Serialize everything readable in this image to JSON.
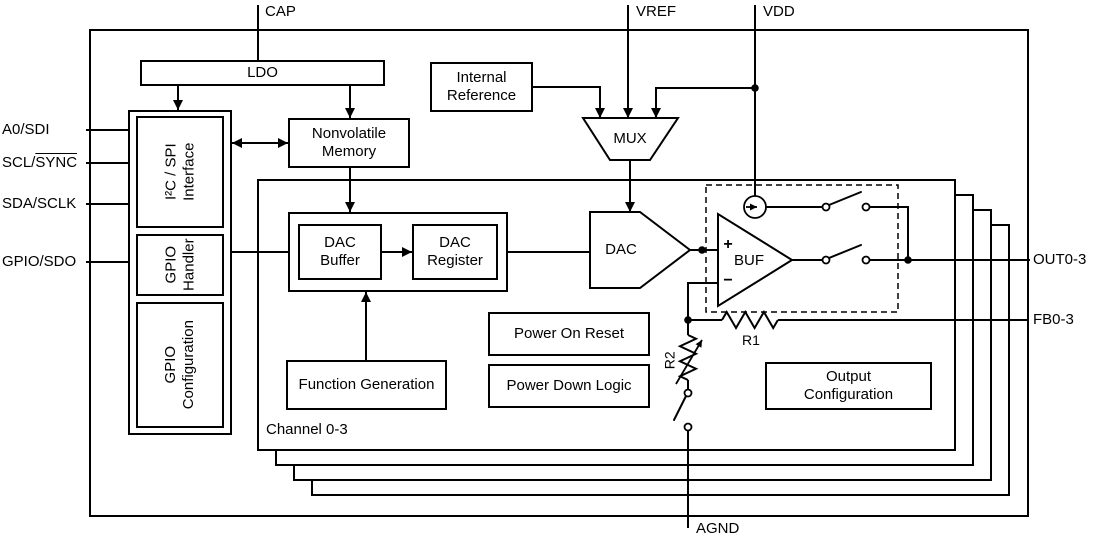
{
  "pins": {
    "cap": "CAP",
    "vref": "VREF",
    "vdd": "VDD",
    "agnd": "AGND",
    "a0_sdi": "A0/SDI",
    "scl_prefix": "SCL/",
    "sync_overline": "SYNC",
    "sda_sclk": "SDA/SCLK",
    "gpio_sdo": "GPIO/SDO",
    "out": "OUT0-3",
    "fb": "FB0-3"
  },
  "blocks": {
    "ldo": "LDO",
    "internal_reference": "Internal\nReference",
    "nonvolatile_memory": "Nonvolatile\nMemory",
    "i2c_spi_interface": "I²C / SPI\nInterface",
    "gpio_handler": "GPIO\nHandler",
    "gpio_configuration": "GPIO\nConfiguration",
    "mux": "MUX",
    "dac": "DAC",
    "buf": "BUF",
    "buf_plus": "+",
    "buf_minus": "−",
    "dac_buffer": "DAC\nBuffer",
    "dac_register": "DAC\nRegister",
    "power_on_reset": "Power On Reset",
    "power_down_logic": "Power Down Logic",
    "function_generation": "Function Generation",
    "output_configuration": "Output\nConfiguration",
    "channel_label": "Channel 0-3",
    "r1": "R1",
    "r2": "R2"
  }
}
